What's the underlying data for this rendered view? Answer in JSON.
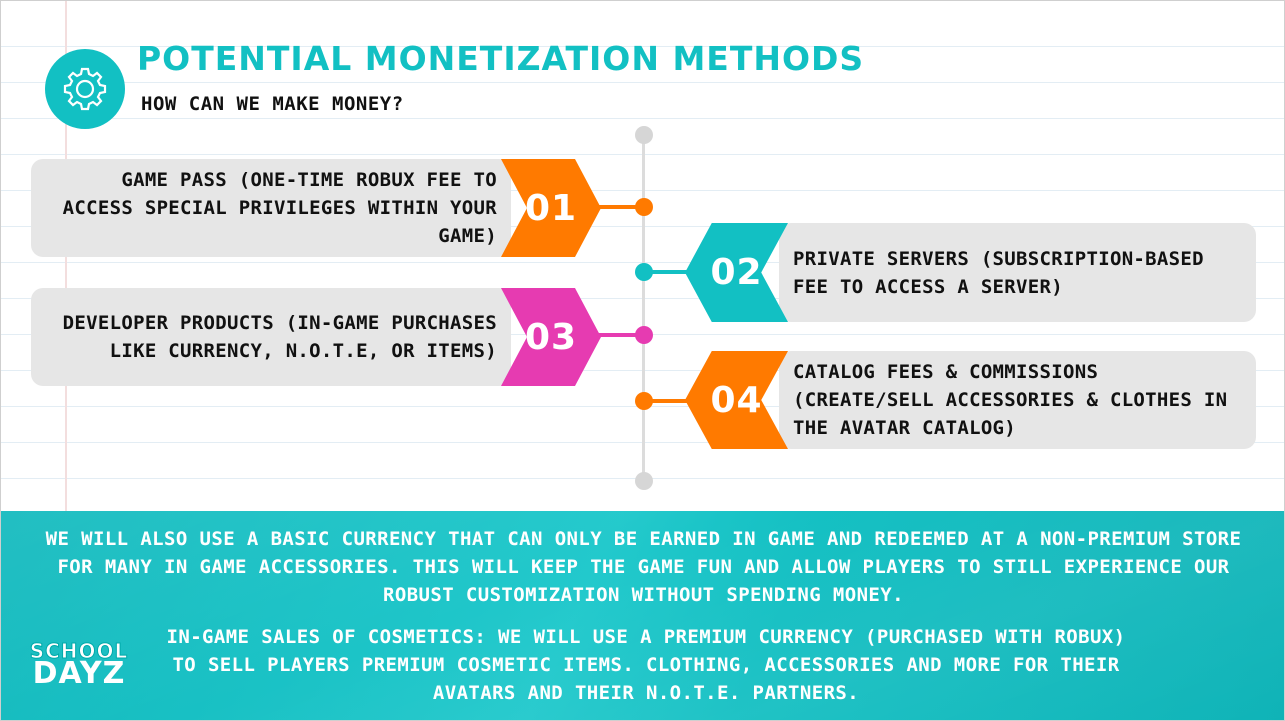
{
  "header": {
    "title": "POTENTIAL MONETIZATION METHODS",
    "subtitle": "HOW CAN WE MAKE MONEY?",
    "icon": "gear-icon"
  },
  "colors": {
    "teal": "#12c0c3",
    "orange": "#ff7a00",
    "magenta": "#e63bb1",
    "card_gray": "#e6e6e6"
  },
  "methods": [
    {
      "number": "01",
      "text": "GAME PASS (ONE-TIME ROBUX FEE TO ACCESS SPECIAL PRIVILEGES WITHIN YOUR GAME)",
      "color": "#ff7a00"
    },
    {
      "number": "02",
      "text": "PRIVATE SERVERS (SUBSCRIPTION-BASED FEE TO ACCESS A SERVER)",
      "color": "#12c0c3"
    },
    {
      "number": "03",
      "text": "DEVELOPER PRODUCTS (IN-GAME PURCHASES LIKE CURRENCY, N.O.T.E, OR ITEMS)",
      "color": "#e63bb1"
    },
    {
      "number": "04",
      "text": "CATALOG FEES & COMMISSIONS (CREATE/SELL ACCESSORIES & CLOTHES IN THE AVATAR CATALOG)",
      "color": "#ff7a00"
    }
  ],
  "footer": {
    "paragraph1": "WE WILL ALSO USE A BASIC CURRENCY THAT CAN ONLY BE EARNED IN GAME AND REDEEMED AT A NON-PREMIUM STORE FOR MANY IN GAME ACCESSORIES. THIS WILL KEEP THE GAME FUN AND ALLOW PLAYERS TO STILL EXPERIENCE OUR ROBUST CUSTOMIZATION WITHOUT SPENDING MONEY.",
    "paragraph2": "IN-GAME SALES OF COSMETICS: WE WILL USE A PREMIUM CURRENCY (PURCHASED WITH ROBUX) TO SELL PLAYERS PREMIUM COSMETIC ITEMS. CLOTHING, ACCESSORIES AND MORE FOR THEIR AVATARS AND THEIR N.O.T.E. PARTNERS.",
    "logo_line1": "SCHOOL",
    "logo_line2": "DAYZ"
  }
}
